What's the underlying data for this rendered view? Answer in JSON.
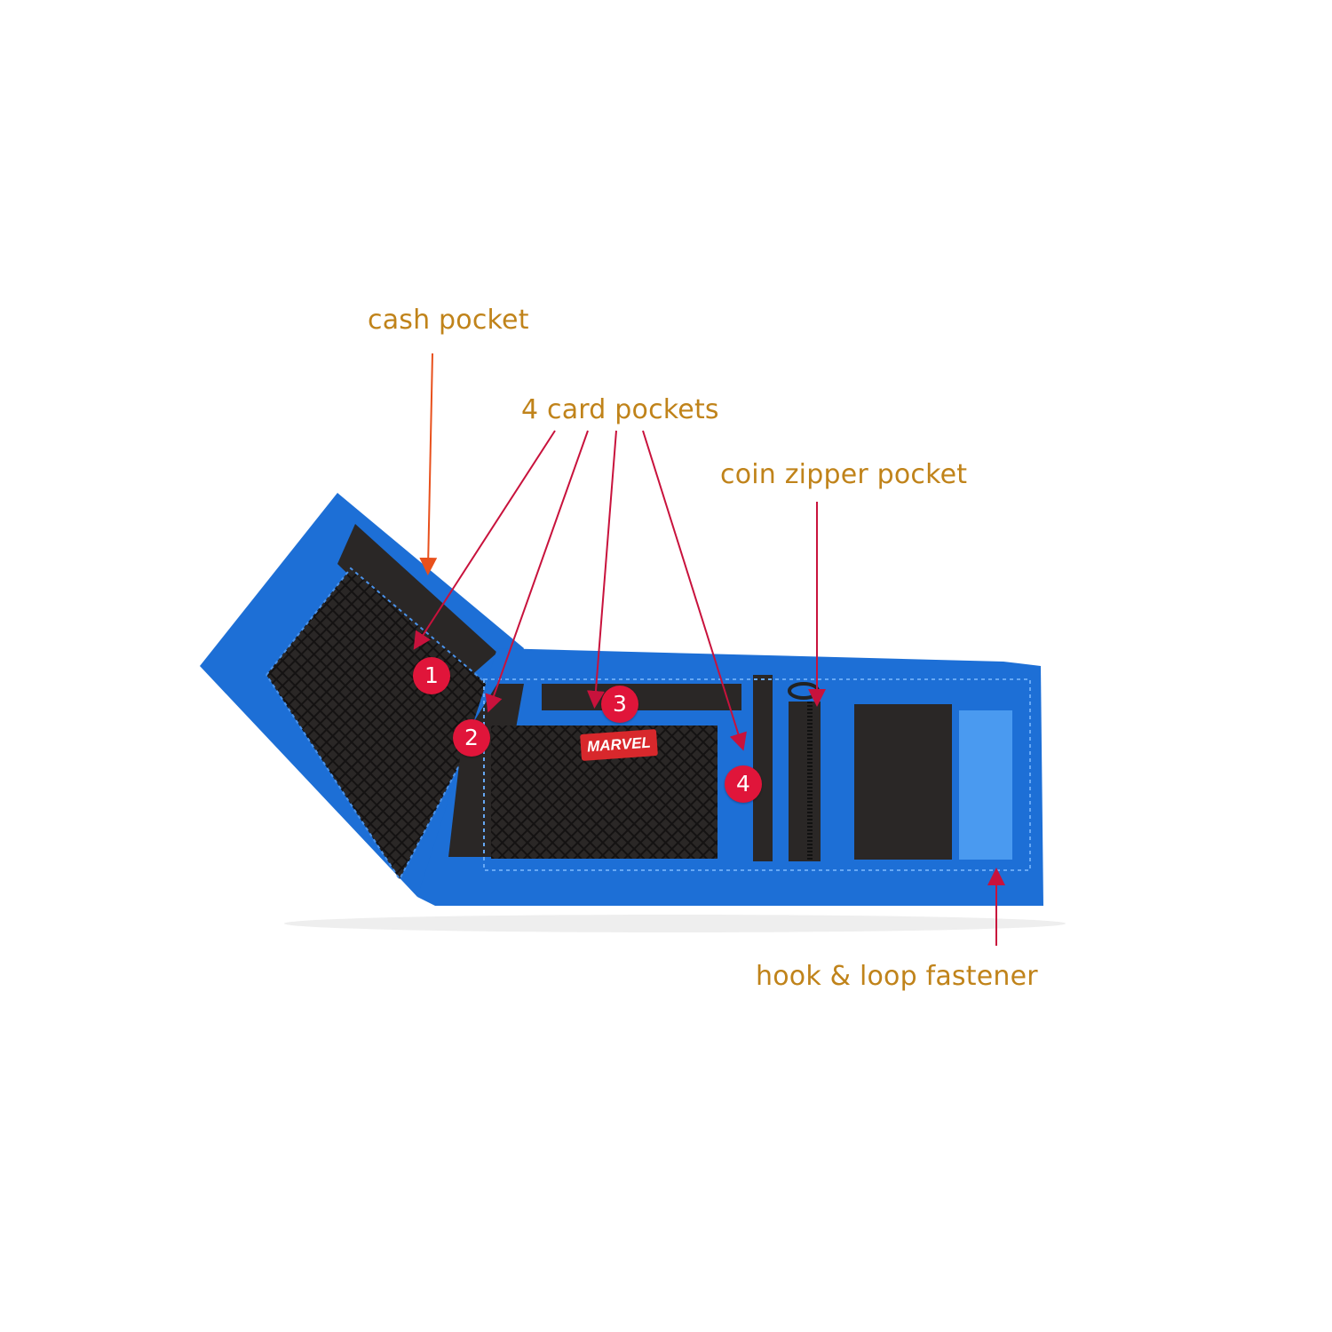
{
  "image_type": "annotated product photo",
  "subject": "tri-fold wallet (open)",
  "colors": {
    "trim_blue": "#1d6fd6",
    "fabric_black": "#2a2726",
    "label_text": "#c0831a",
    "marker_red": "#e0153a",
    "cash_arrow": "#e8501c",
    "pointer_line": "#c8123c",
    "background": "#ffffff"
  },
  "annotations": {
    "cash_pocket": {
      "label": "cash pocket"
    },
    "card_pockets": {
      "label": "4 card pockets"
    },
    "coin_pocket": {
      "label": "coin zipper pocket"
    },
    "fastener": {
      "label": "hook & loop fastener"
    }
  },
  "markers": [
    {
      "number": "1"
    },
    {
      "number": "2"
    },
    {
      "number": "3"
    },
    {
      "number": "4"
    }
  ],
  "brand_tag": {
    "text": "MARVEL"
  }
}
